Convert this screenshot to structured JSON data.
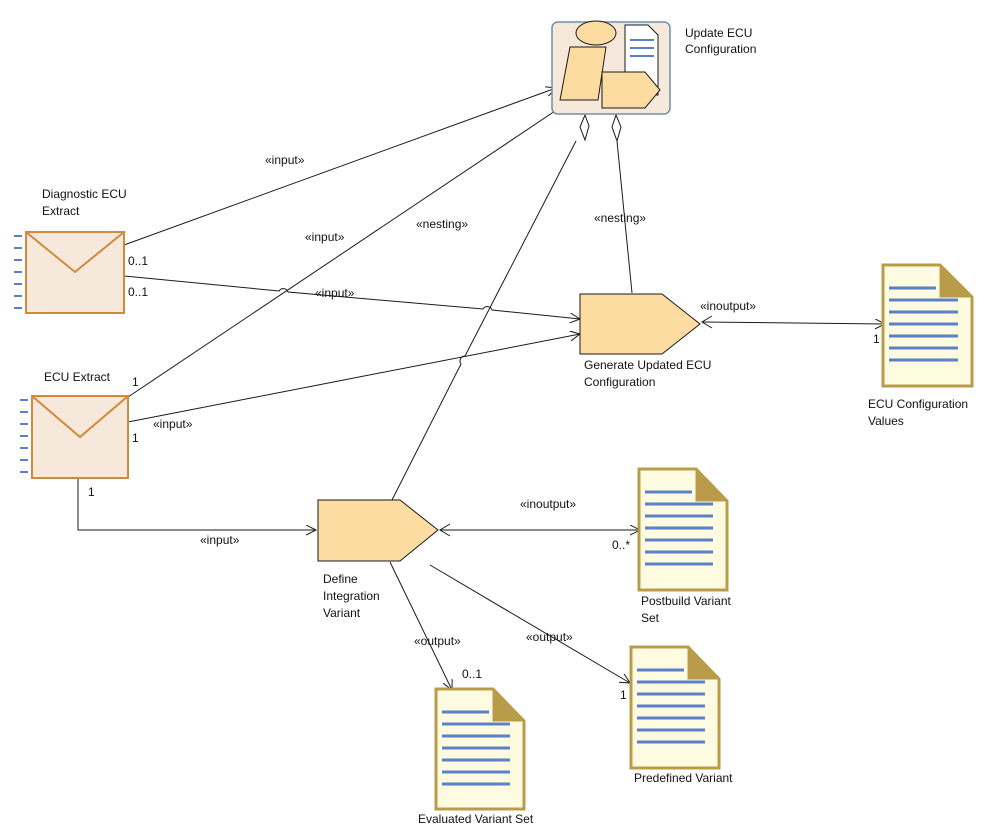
{
  "nodes": {
    "update_ecu": {
      "label_line1": "Update ECU",
      "label_line2": "Configuration"
    },
    "diagnostic_extract": {
      "label_line1": "Diagnostic ECU",
      "label_line2": "Extract"
    },
    "ecu_extract": {
      "label": "ECU Extract"
    },
    "generate_updated": {
      "label_line1": "Generate Updated ECU",
      "label_line2": "Configuration"
    },
    "ecu_config_values": {
      "label_line1": "ECU Configuration",
      "label_line2": "Values"
    },
    "define_integration": {
      "label_line1": "Define",
      "label_line2": "Integration",
      "label_line3": "Variant"
    },
    "postbuild_variant": {
      "label_line1": "Postbuild Variant",
      "label_line2": "Set"
    },
    "predefined_variant": {
      "label": "Predefined Variant"
    },
    "evaluated_variant": {
      "label": "Evaluated Variant Set"
    }
  },
  "edges": {
    "diag_to_update": {
      "stereotype": "«input»"
    },
    "ecu_to_update": {
      "stereotype": "«input»"
    },
    "define_to_update": {
      "stereotype": "«nesting»"
    },
    "generate_to_update": {
      "stereotype": "«nesting»"
    },
    "diag_to_generate": {
      "stereotype": "«input»"
    },
    "ecu_to_generate": {
      "stereotype": "«input»"
    },
    "generate_to_values": {
      "stereotype": "«inoutput»"
    },
    "ecu_to_define": {
      "stereotype": "«input»"
    },
    "define_to_postbuild": {
      "stereotype": "«inoutput»"
    },
    "define_to_evaluated": {
      "stereotype": "«output»"
    },
    "define_to_predefined": {
      "stereotype": "«output»"
    }
  },
  "multiplicities": {
    "diag_upper": "0..1",
    "diag_lower": "0..1",
    "ecu_top": "1",
    "ecu_right": "1",
    "ecu_bottom": "1",
    "values": "1",
    "postbuild": "0..*",
    "evaluated": "0..1",
    "predefined": "1"
  },
  "colors": {
    "artifact_fill": "#f7e8dc",
    "artifact_stroke": "#d08a3c",
    "task_fill": "#fcdca0",
    "doc_fill": "#fffbe0",
    "doc_stroke": "#b89c4a",
    "doc_lines": "#5b7fc8",
    "activity_stroke": "#6d8faa"
  }
}
